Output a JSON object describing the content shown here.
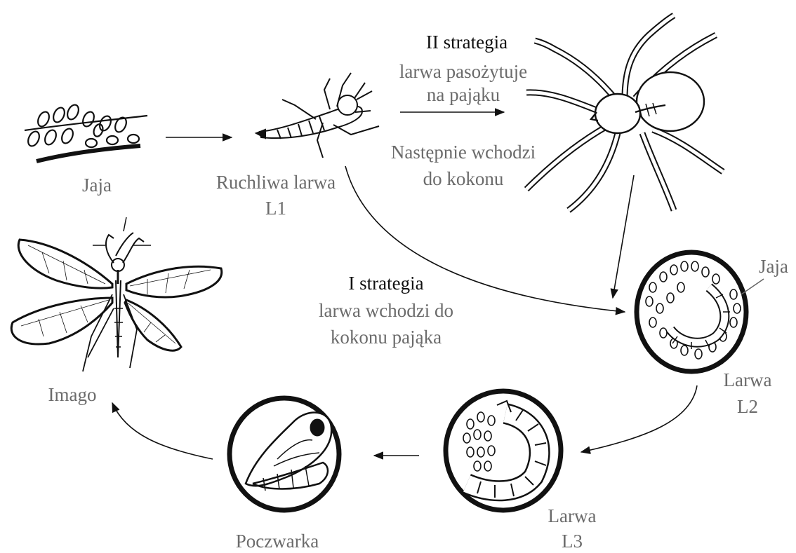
{
  "colors": {
    "text": "#6b6b6b",
    "text_dark": "#111111",
    "ink": "#111111",
    "background": "#ffffff"
  },
  "stages": {
    "eggs": "Jaja",
    "larva_l1": {
      "line1": "Ruchliwa larwa",
      "line2": "L1"
    },
    "cocoon_eggs": "Jaja",
    "larva_l2": {
      "line1": "Larwa",
      "line2": "L2"
    },
    "larva_l3": {
      "line1": "Larwa",
      "line2": "L3"
    },
    "pupa": "Poczwarka",
    "imago": "Imago"
  },
  "strategy2": {
    "title": "II strategia",
    "line1": "larwa pasożytuje",
    "line2": "na pająku",
    "next1": "Następnie wchodzi",
    "next2": "do kokonu"
  },
  "strategy1": {
    "title": "I strategia",
    "line1": "larwa wchodzi do",
    "line2": "kokonu pająka"
  },
  "icons": [
    "eggs-drawing",
    "larva-drawing",
    "spider-drawing",
    "cocoon-drawing",
    "pupa-drawing",
    "imago-drawing"
  ]
}
